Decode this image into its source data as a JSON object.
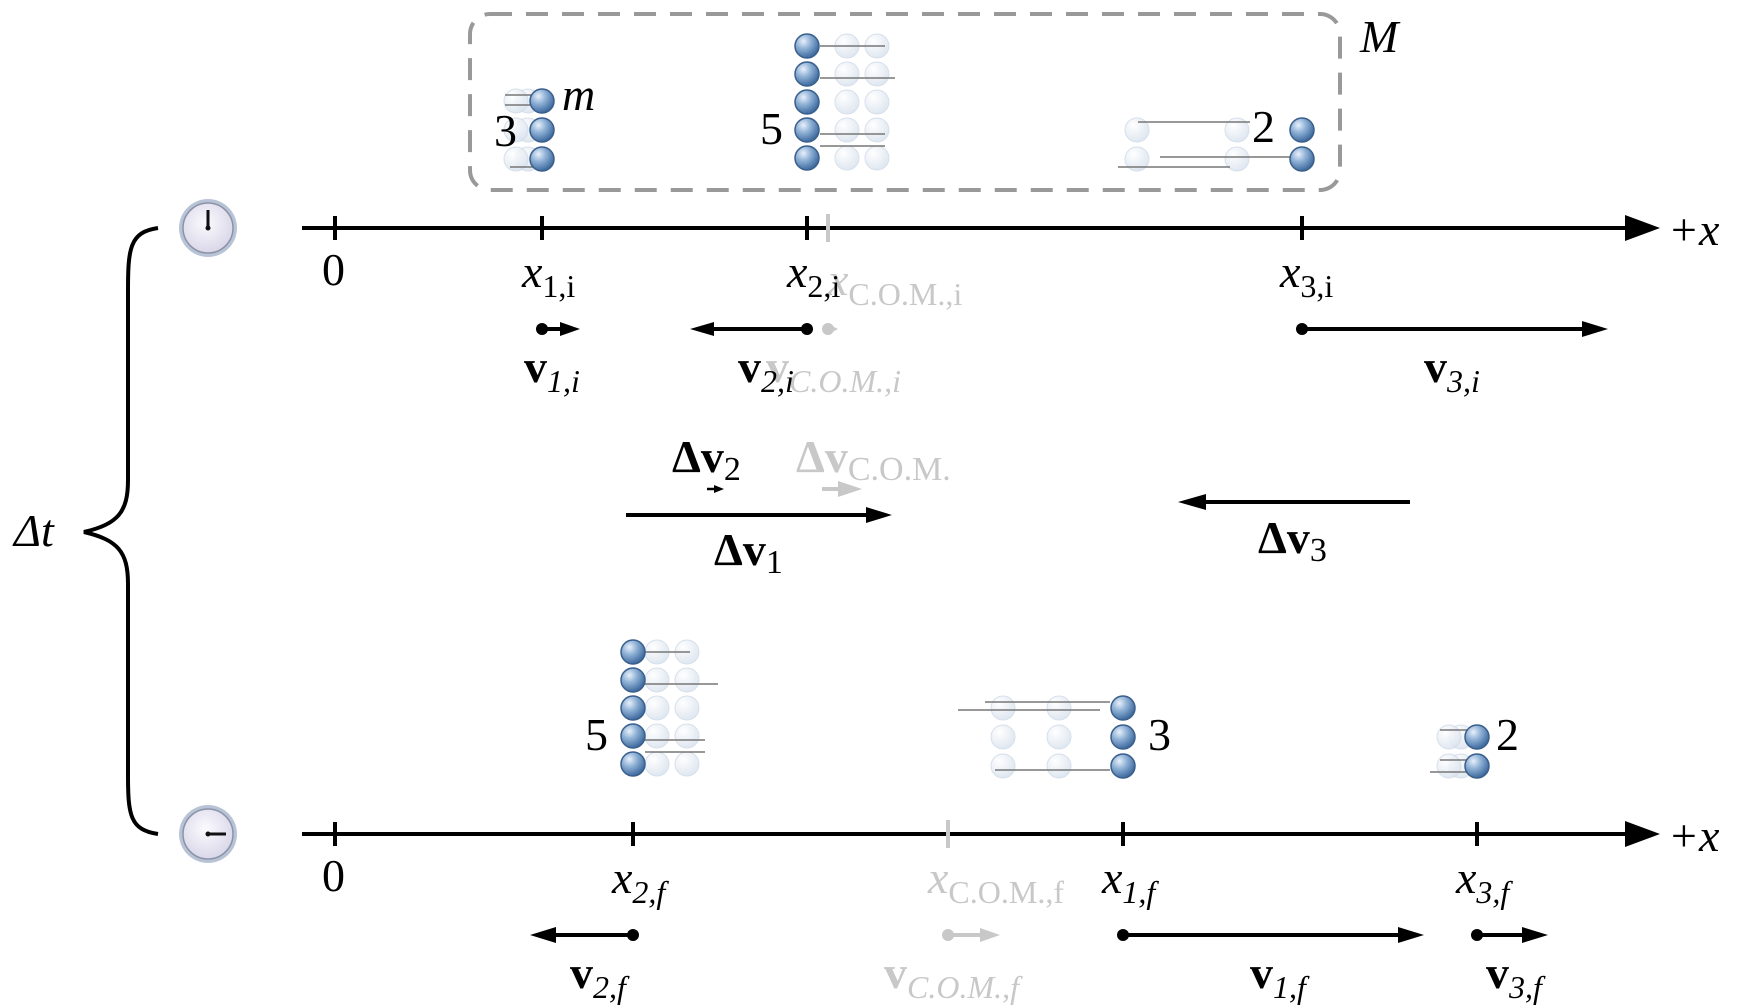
{
  "colors": {
    "axis": "#000000",
    "ghost": "#c8c8c8",
    "box": "#999999",
    "ball_dark": "#5b86b5",
    "ball_light": "#dde6f0",
    "clock_face": "#eeeef5",
    "clock_rim": "#aab8cc"
  },
  "icons": {
    "clock": "clock-icon",
    "ball": "ball-icon",
    "brace": "curly-brace"
  },
  "time_interval_label": "Δt",
  "system_label": "M",
  "ball_mass_label": "m",
  "top_axis": {
    "plus_x_label": "+x",
    "origin_label": "0",
    "position_labels": [
      {
        "base": "x",
        "sub": "1,i"
      },
      {
        "base": "x",
        "sub": "2,i"
      },
      {
        "base": "x",
        "sub": "C.O.M.,i",
        "ghost": true
      },
      {
        "base": "x",
        "sub": "3,i"
      }
    ],
    "velocity_labels": [
      {
        "base": "v",
        "sub": "1,i"
      },
      {
        "base": "v",
        "sub": "2,i"
      },
      {
        "base": "v",
        "sub": "C.O.M.,i",
        "ghost": true
      },
      {
        "base": "v",
        "sub": "3,i"
      }
    ],
    "group_counts": [
      "3",
      "5",
      "2"
    ]
  },
  "delta_labels": [
    {
      "base": "Δv",
      "sub": "2"
    },
    {
      "base": "Δv",
      "sub": "C.O.M.",
      "ghost": true
    },
    {
      "base": "Δv",
      "sub": "1"
    },
    {
      "base": "Δv",
      "sub": "3"
    }
  ],
  "bottom_axis": {
    "plus_x_label": "+x",
    "origin_label": "0",
    "position_labels": [
      {
        "base": "x",
        "sub": "2,f"
      },
      {
        "base": "x",
        "sub": "C.O.M.,f",
        "ghost": true
      },
      {
        "base": "x",
        "sub": "1,f"
      },
      {
        "base": "x",
        "sub": "3,f"
      }
    ],
    "velocity_labels": [
      {
        "base": "v",
        "sub": "2,f"
      },
      {
        "base": "v",
        "sub": "C.O.M.,f",
        "ghost": true
      },
      {
        "base": "v",
        "sub": "1,f"
      },
      {
        "base": "v",
        "sub": "3,f"
      }
    ],
    "group_counts": [
      "5",
      "3",
      "2"
    ]
  }
}
